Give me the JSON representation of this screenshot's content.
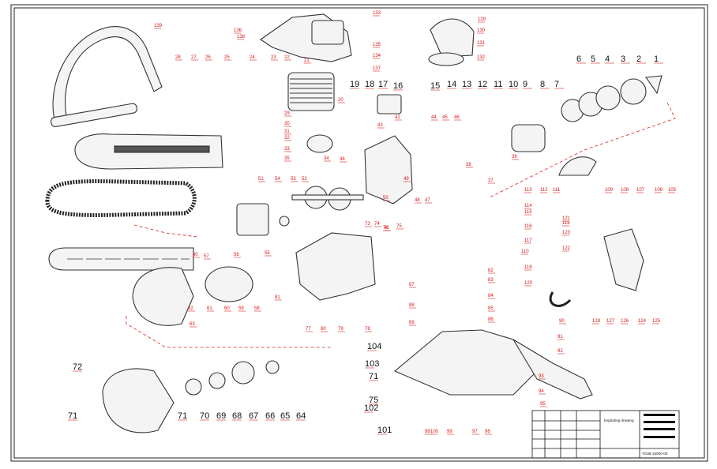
{
  "title_block": {
    "title": "Exploding drawing",
    "drawing_number": "YD38-10000-00"
  },
  "colors": {
    "callout": "#d11111",
    "big_callout": "#111111",
    "line": "#333333"
  },
  "callouts": [
    {
      "id": "c1",
      "label": "1",
      "big": true
    },
    {
      "id": "c2",
      "label": "2",
      "big": true
    },
    {
      "id": "c3",
      "label": "3",
      "big": true
    },
    {
      "id": "c4",
      "label": "4",
      "big": true
    },
    {
      "id": "c5",
      "label": "5",
      "big": true
    },
    {
      "id": "c6",
      "label": "6",
      "big": true
    },
    {
      "id": "c7",
      "label": "7",
      "big": true
    },
    {
      "id": "c8",
      "label": "8",
      "big": true
    },
    {
      "id": "c9",
      "label": "9",
      "big": true
    },
    {
      "id": "c10",
      "label": "10",
      "big": true
    },
    {
      "id": "c11",
      "label": "11",
      "big": true
    },
    {
      "id": "c12",
      "label": "12",
      "big": true
    },
    {
      "id": "c13",
      "label": "13",
      "big": true
    },
    {
      "id": "c14",
      "label": "14",
      "big": true
    },
    {
      "id": "c15",
      "label": "15",
      "big": true
    },
    {
      "id": "c16",
      "label": "16",
      "big": true
    },
    {
      "id": "c17",
      "label": "17",
      "big": true
    },
    {
      "id": "c18",
      "label": "18",
      "big": true
    },
    {
      "id": "c19",
      "label": "19",
      "big": true
    },
    {
      "id": "c20",
      "label": "20"
    },
    {
      "id": "c21",
      "label": "21"
    },
    {
      "id": "c22",
      "label": "22"
    },
    {
      "id": "c23",
      "label": "23"
    },
    {
      "id": "c24",
      "label": "24"
    },
    {
      "id": "c25",
      "label": "25"
    },
    {
      "id": "c26",
      "label": "26"
    },
    {
      "id": "c27",
      "label": "27"
    },
    {
      "id": "c28",
      "label": "28"
    },
    {
      "id": "c29",
      "label": "29"
    },
    {
      "id": "c30",
      "label": "30"
    },
    {
      "id": "c31",
      "label": "31"
    },
    {
      "id": "c32",
      "label": "32"
    },
    {
      "id": "c33",
      "label": "33"
    },
    {
      "id": "c34",
      "label": "34"
    },
    {
      "id": "c35",
      "label": "35"
    },
    {
      "id": "c36",
      "label": "36"
    },
    {
      "id": "c37",
      "label": "37"
    },
    {
      "id": "c38",
      "label": "38"
    },
    {
      "id": "c39",
      "label": "39"
    },
    {
      "id": "c40",
      "label": "40"
    },
    {
      "id": "c41",
      "label": "41"
    },
    {
      "id": "c42",
      "label": "42"
    },
    {
      "id": "c43",
      "label": "43"
    },
    {
      "id": "c44",
      "label": "44"
    },
    {
      "id": "c45",
      "label": "45"
    },
    {
      "id": "c46",
      "label": "46"
    },
    {
      "id": "c47",
      "label": "47"
    },
    {
      "id": "c48",
      "label": "48"
    },
    {
      "id": "c49",
      "label": "49"
    },
    {
      "id": "c50",
      "label": "50"
    },
    {
      "id": "c51",
      "label": "51"
    },
    {
      "id": "c52",
      "label": "52"
    },
    {
      "id": "c53",
      "label": "53"
    },
    {
      "id": "c54",
      "label": "54"
    },
    {
      "id": "c55",
      "label": "55"
    },
    {
      "id": "c56",
      "label": "56"
    },
    {
      "id": "c57",
      "label": "57"
    },
    {
      "id": "c58",
      "label": "58"
    },
    {
      "id": "c59",
      "label": "59"
    },
    {
      "id": "c60",
      "label": "60"
    },
    {
      "id": "c61",
      "label": "61"
    },
    {
      "id": "c62",
      "label": "62"
    },
    {
      "id": "c63",
      "label": "63"
    },
    {
      "id": "c64",
      "label": "64",
      "big": true
    },
    {
      "id": "c65",
      "label": "65",
      "big": true
    },
    {
      "id": "c66",
      "label": "66",
      "big": true
    },
    {
      "id": "c67",
      "label": "67",
      "big": true
    },
    {
      "id": "c68",
      "label": "68",
      "big": true
    },
    {
      "id": "c69",
      "label": "69",
      "big": true
    },
    {
      "id": "c70",
      "label": "70",
      "big": true
    },
    {
      "id": "c71a",
      "label": "71",
      "big": true
    },
    {
      "id": "c71b",
      "label": "71",
      "big": true
    },
    {
      "id": "c71c",
      "label": "71",
      "big": true
    },
    {
      "id": "c72",
      "label": "72",
      "big": true
    },
    {
      "id": "c73",
      "label": "73"
    },
    {
      "id": "c74",
      "label": "74"
    },
    {
      "id": "c75a",
      "label": "75"
    },
    {
      "id": "c75b",
      "label": "75",
      "big": true
    },
    {
      "id": "c76",
      "label": "76"
    },
    {
      "id": "c77",
      "label": "77"
    },
    {
      "id": "c78",
      "label": "78"
    },
    {
      "id": "c79",
      "label": "79"
    },
    {
      "id": "c80",
      "label": "80"
    },
    {
      "id": "c81",
      "label": "81"
    },
    {
      "id": "c82",
      "label": "82"
    },
    {
      "id": "c83",
      "label": "83"
    },
    {
      "id": "c84",
      "label": "84"
    },
    {
      "id": "c85",
      "label": "85"
    },
    {
      "id": "c86",
      "label": "86"
    },
    {
      "id": "c87",
      "label": "87"
    },
    {
      "id": "c88",
      "label": "88"
    },
    {
      "id": "c89",
      "label": "89"
    },
    {
      "id": "c90",
      "label": "90"
    },
    {
      "id": "c91",
      "label": "91"
    },
    {
      "id": "c92",
      "label": "92"
    },
    {
      "id": "c93",
      "label": "93"
    },
    {
      "id": "c94",
      "label": "94"
    },
    {
      "id": "c95",
      "label": "95"
    },
    {
      "id": "c96",
      "label": "96"
    },
    {
      "id": "c97",
      "label": "97"
    },
    {
      "id": "c98",
      "label": "98"
    },
    {
      "id": "c99",
      "label": "99"
    },
    {
      "id": "c100",
      "label": "100"
    },
    {
      "id": "c101",
      "label": "101",
      "big": true
    },
    {
      "id": "c102",
      "label": "102",
      "big": true
    },
    {
      "id": "c103",
      "label": "103",
      "big": true
    },
    {
      "id": "c104",
      "label": "104",
      "big": true
    },
    {
      "id": "c105",
      "label": "105"
    },
    {
      "id": "c106",
      "label": "106"
    },
    {
      "id": "c107",
      "label": "107"
    },
    {
      "id": "c108",
      "label": "108"
    },
    {
      "id": "c109",
      "label": "109"
    },
    {
      "id": "c110",
      "label": "110"
    },
    {
      "id": "c111",
      "label": "111"
    },
    {
      "id": "c112",
      "label": "112"
    },
    {
      "id": "c113",
      "label": "113"
    },
    {
      "id": "c114",
      "label": "114"
    },
    {
      "id": "c115",
      "label": "115"
    },
    {
      "id": "c116",
      "label": "116"
    },
    {
      "id": "c117",
      "label": "117"
    },
    {
      "id": "c118",
      "label": "118"
    },
    {
      "id": "c119",
      "label": "119"
    },
    {
      "id": "c120",
      "label": "120"
    },
    {
      "id": "c121",
      "label": "121"
    },
    {
      "id": "c122",
      "label": "122"
    },
    {
      "id": "c123",
      "label": "123"
    },
    {
      "id": "c124",
      "label": "124"
    },
    {
      "id": "c125",
      "label": "125"
    },
    {
      "id": "c126",
      "label": "126"
    },
    {
      "id": "c127",
      "label": "127"
    },
    {
      "id": "c128",
      "label": "128"
    },
    {
      "id": "c129",
      "label": "129"
    },
    {
      "id": "c130",
      "label": "130"
    },
    {
      "id": "c131",
      "label": "131"
    },
    {
      "id": "c132",
      "label": "132"
    },
    {
      "id": "c133",
      "label": "133"
    },
    {
      "id": "c134",
      "label": "134"
    },
    {
      "id": "c135",
      "label": "135"
    },
    {
      "id": "c136",
      "label": "136"
    },
    {
      "id": "c137",
      "label": "137"
    },
    {
      "id": "c138",
      "label": "138"
    },
    {
      "id": "c139",
      "label": "139"
    }
  ]
}
